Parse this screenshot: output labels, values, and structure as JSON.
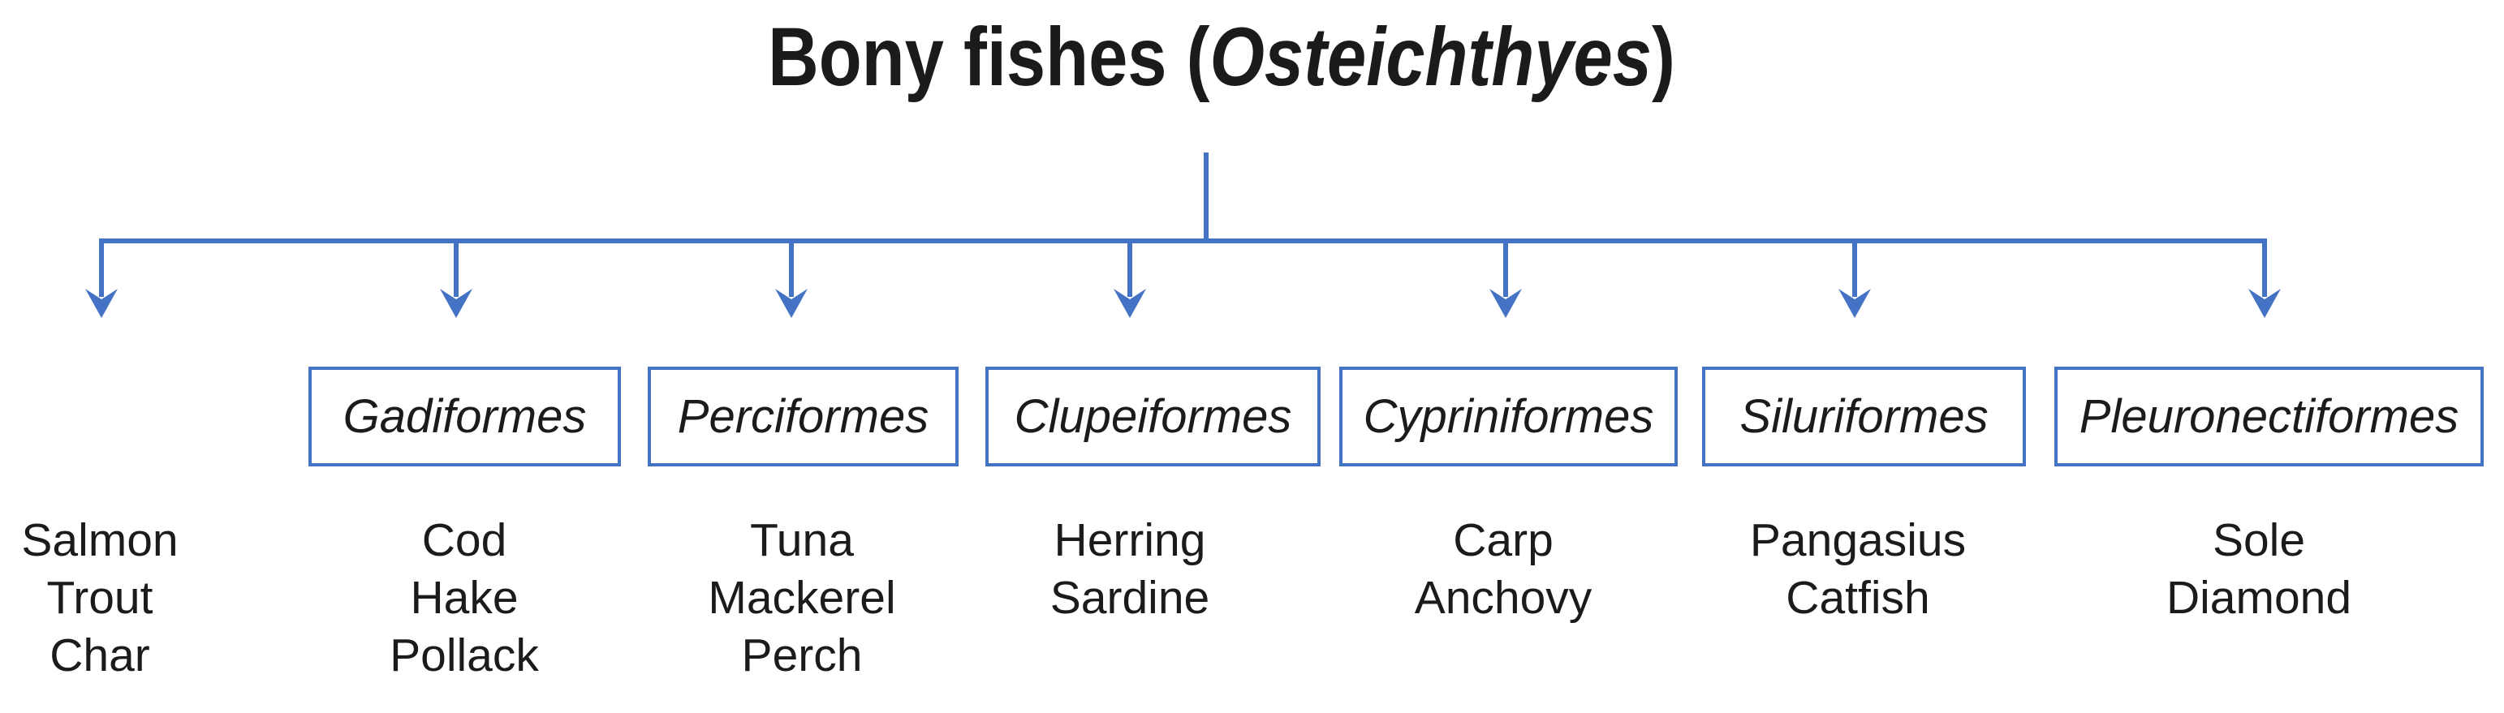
{
  "title": {
    "prefix": "Bony fishes (",
    "latin_name": "Osteichthyes",
    "suffix": ")"
  },
  "colors": {
    "accent": "#4472C4",
    "text": "#1b1b1b",
    "background": "#ffffff"
  },
  "tree": {
    "groups": [
      {
        "order_label": "",
        "species": [
          "Salmon",
          "Trout",
          "Char"
        ]
      },
      {
        "order_label": "Gadiformes",
        "species": [
          "Cod",
          "Hake",
          "Pollack"
        ]
      },
      {
        "order_label": "Perciformes",
        "species": [
          "Tuna",
          "Mackerel",
          "Perch"
        ]
      },
      {
        "order_label": "Clupeiformes",
        "species": [
          "Herring",
          "Sardine"
        ]
      },
      {
        "order_label": "Cypriniformes",
        "species": [
          "Carp",
          "Anchovy"
        ]
      },
      {
        "order_label": "Siluriformes",
        "species": [
          "Pangasius",
          "Catfish"
        ]
      },
      {
        "order_label": "Pleuronectiformes",
        "species": [
          "Sole",
          "Diamond"
        ]
      }
    ]
  }
}
